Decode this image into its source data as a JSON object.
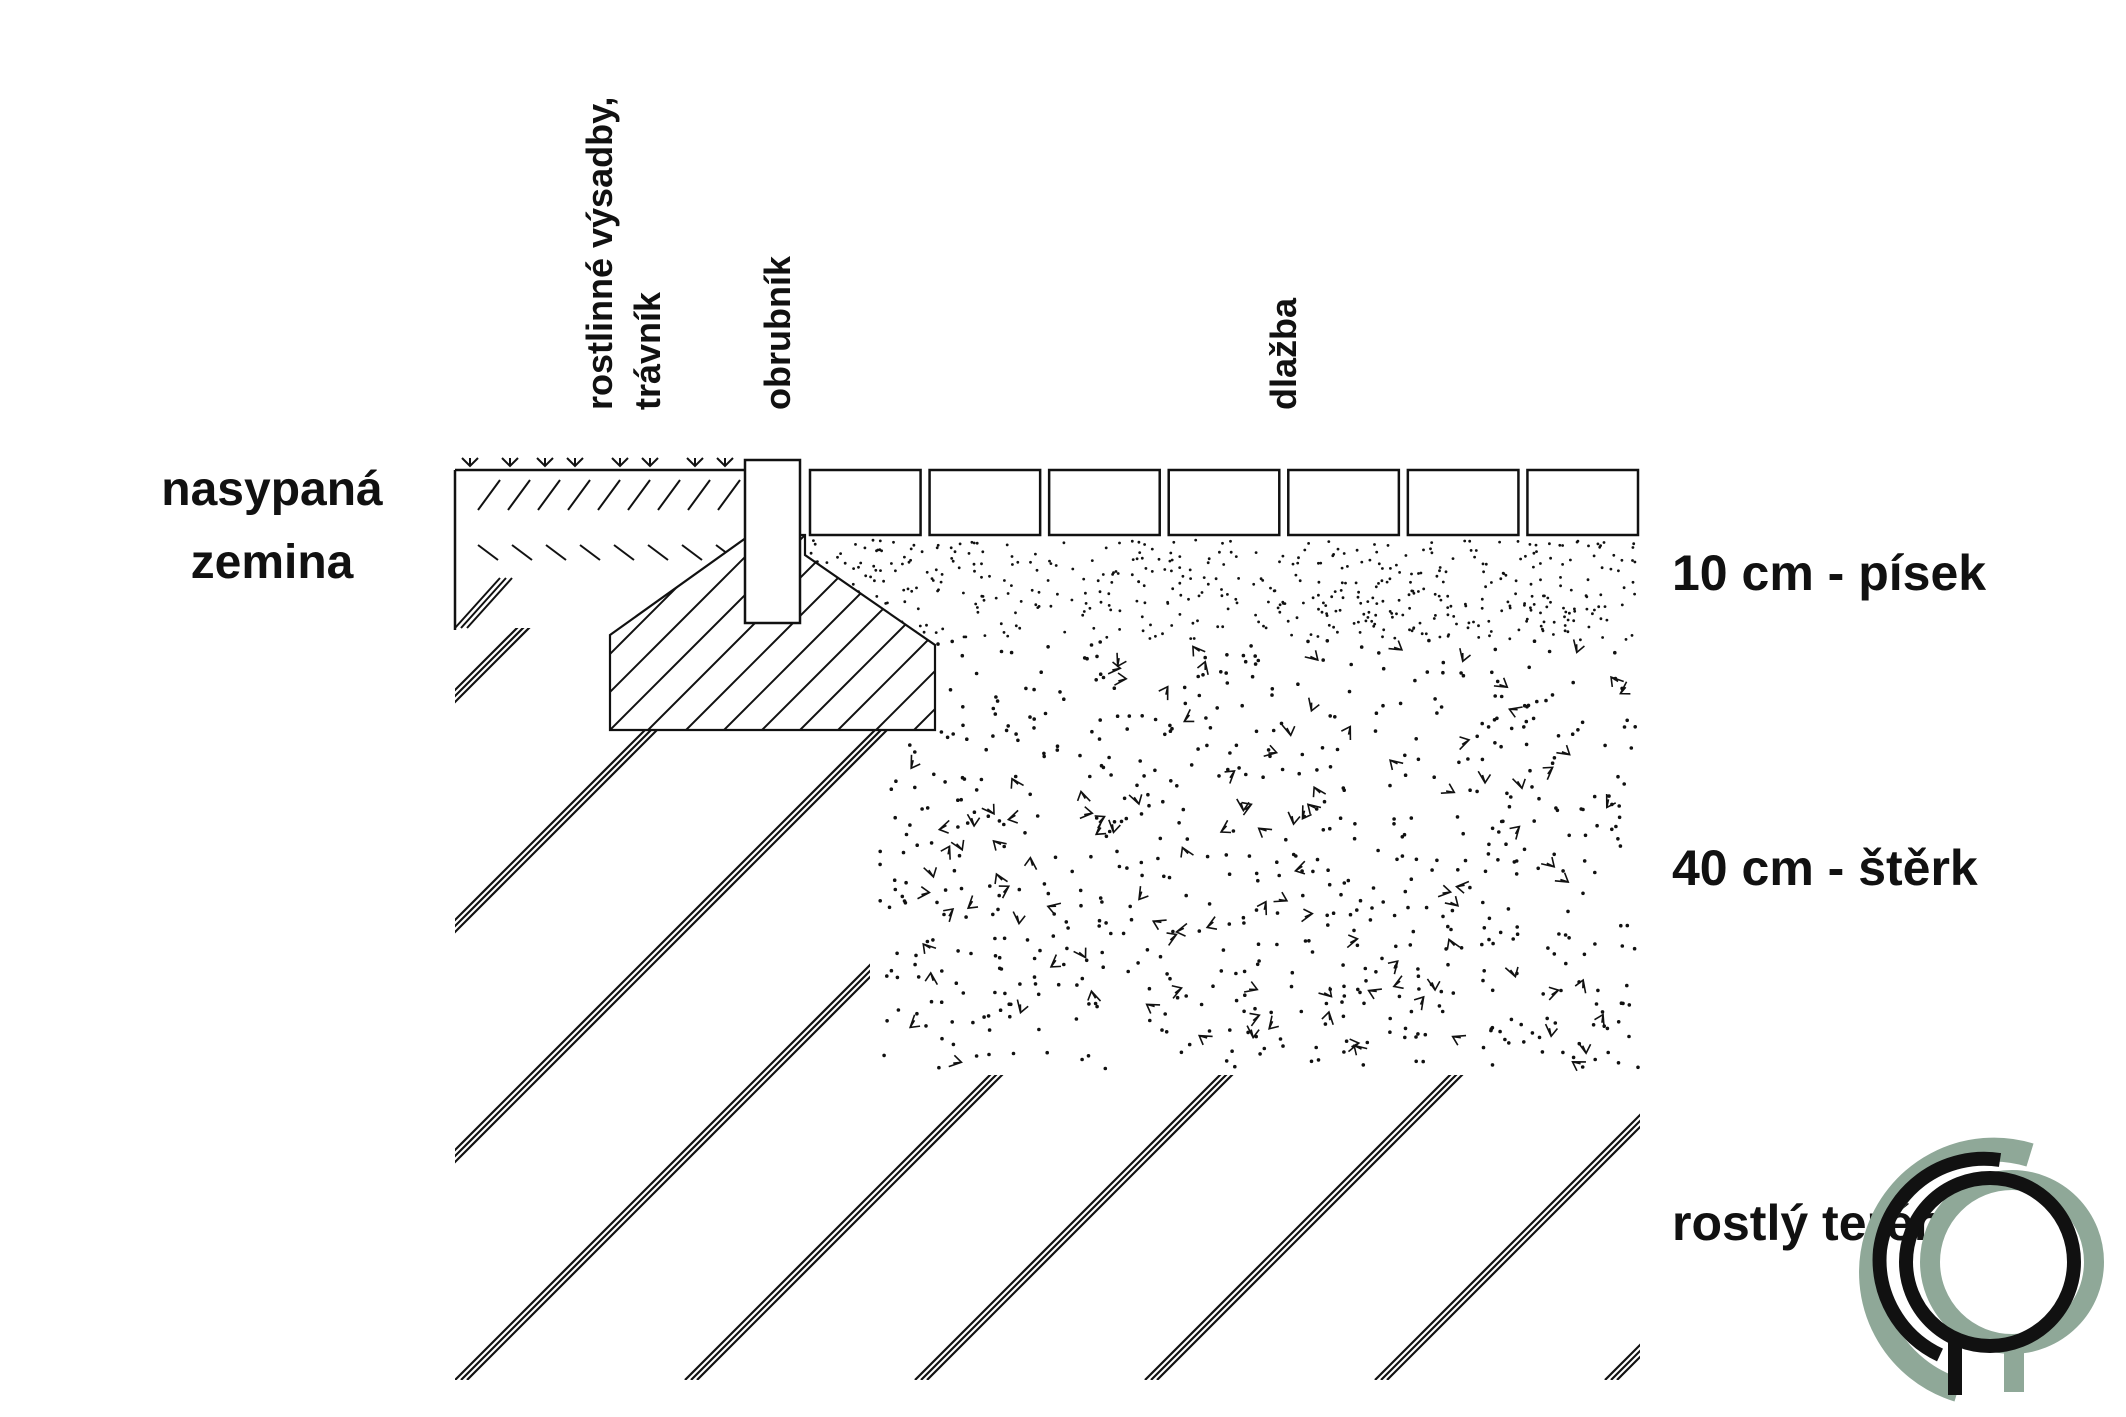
{
  "labels": {
    "vertical": {
      "plantings_line1": "rostlinné výsadby,",
      "plantings_line2": "trávník",
      "curb": "obrubník",
      "paving": "dlažba"
    },
    "left": {
      "fill_line1": "nasypaná",
      "fill_line2": "zemina"
    },
    "right": {
      "sand": "10 cm - písek",
      "gravel": "40 cm - štěrk",
      "subsoil": "rostlý terén"
    }
  },
  "paving_blocks": 7,
  "colors": {
    "ink": "#111111",
    "logo_green": "#8fa898",
    "logo_dark": "#111111"
  },
  "logo": {
    "icon": "tree-logo-icon"
  }
}
